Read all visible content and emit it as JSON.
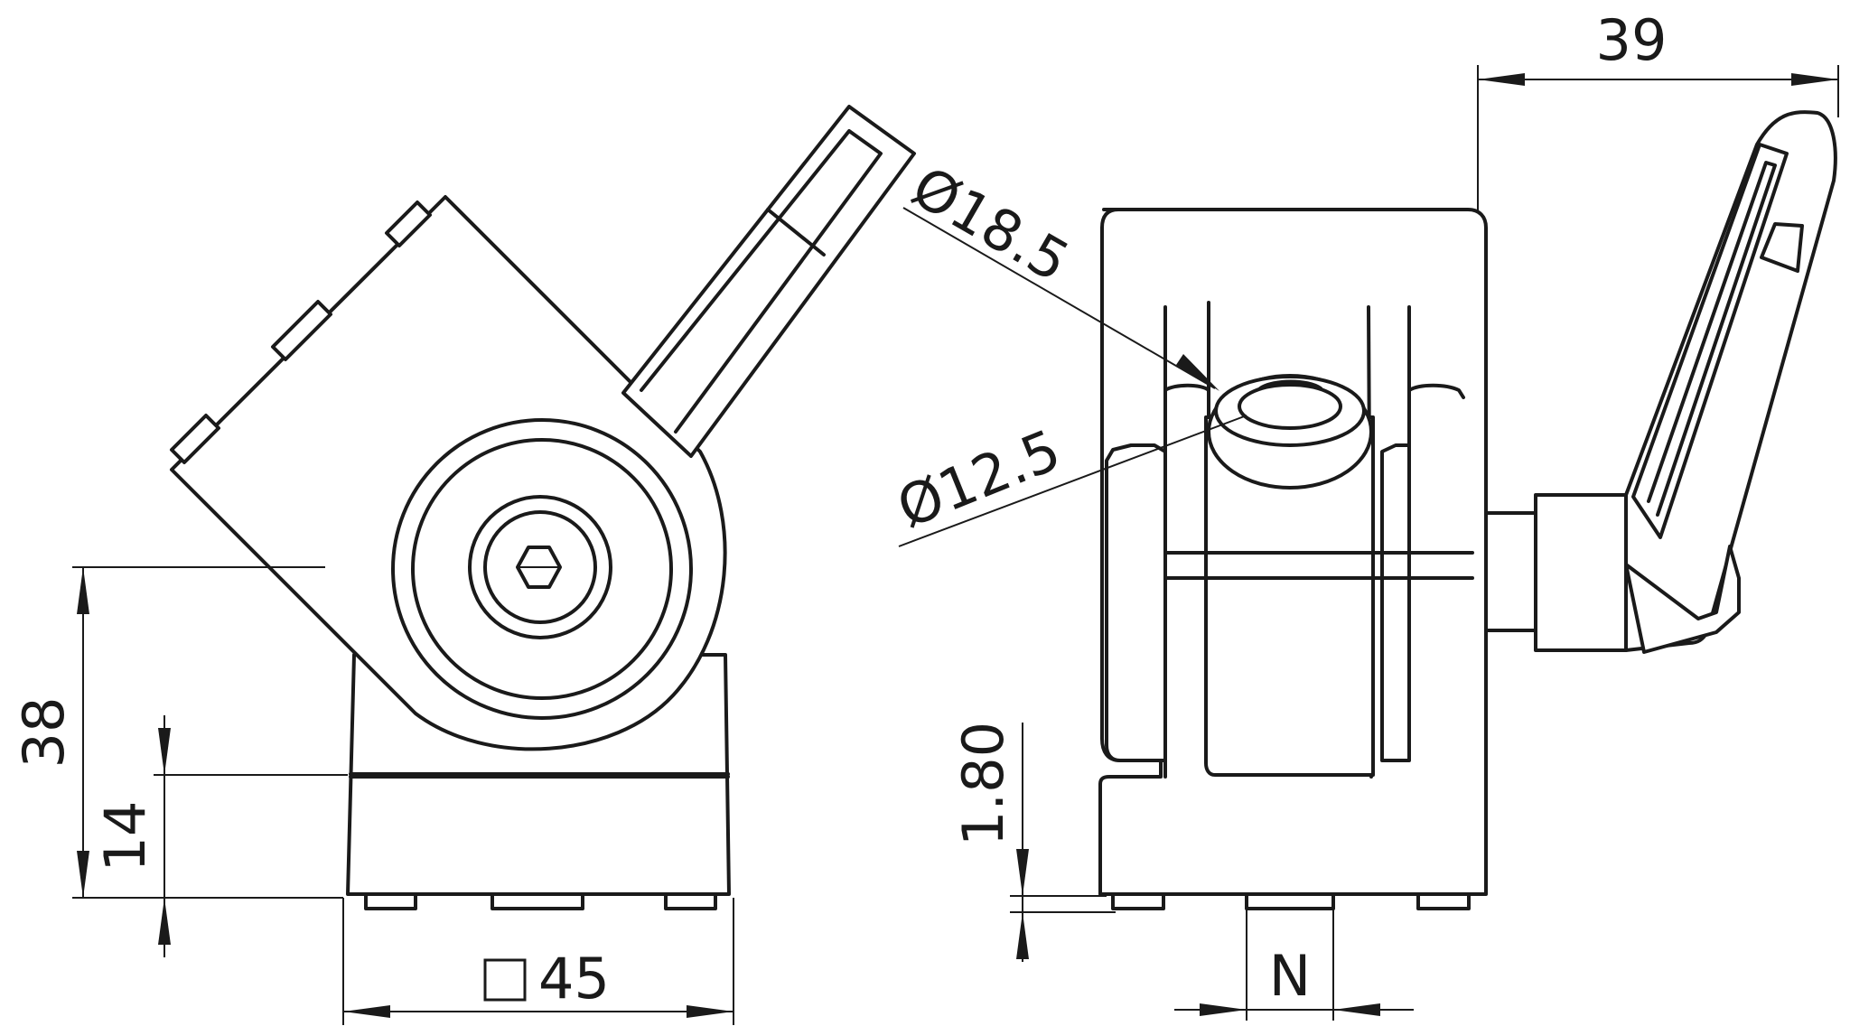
{
  "dimensions": {
    "width_top": "39",
    "dia_outer": "Ø18.5",
    "dia_inner": "Ø12.5",
    "height_total": "38",
    "height_base": "14",
    "square_size": "45",
    "slot_depth": "1.80",
    "slot_width": "N"
  },
  "colors": {
    "line": "#1a1a1a",
    "background": "#ffffff"
  },
  "icons": {
    "square_symbol": "square-symbol-icon",
    "hex_socket": "hex-socket-icon"
  }
}
